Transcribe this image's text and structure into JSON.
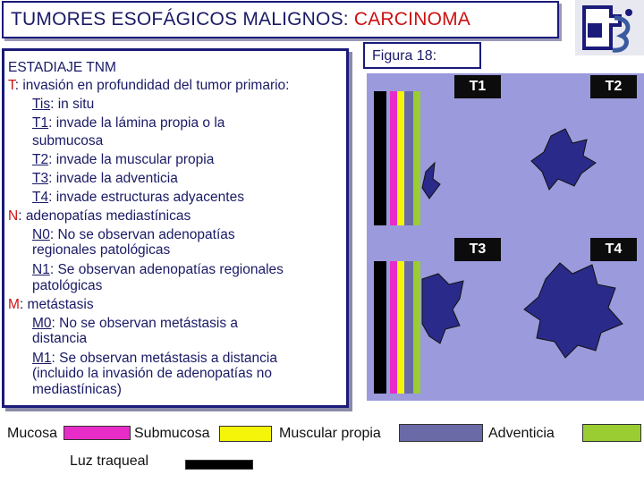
{
  "title": {
    "main": "TUMORES ESOFÁGICOS MALIGNOS: ",
    "accent": "CARCINOMA"
  },
  "figure_label": "Figura 18:",
  "text": {
    "heading": "ESTADIAJE TNM",
    "t_prefix": "T",
    "t_desc": ": invasión en profundidad del tumor primario:",
    "tis_key": "Tis",
    "tis_text": ": in situ",
    "t1_key": "T1",
    "t1_text_a": ": invade la lámina propia o la",
    "t1_text_b": "submucosa",
    "t2_key": "T2",
    "t2_text": ": invade la muscular propia",
    "t3_key": "T3",
    "t3_text": ": invade la adventicia",
    "t4_key": "T4",
    "t4_text": ": invade estructuras adyacentes",
    "n_prefix": "N",
    "n_desc": ": adenopatías mediastínicas",
    "n0_key": "N0",
    "n0_text_a": ": No se observan adenopatías",
    "n0_text_b": "regionales patológicas",
    "n1_key": "N1",
    "n1_text_a": ": Se observan adenopatías regionales",
    "n1_text_b": "patológicas",
    "m_prefix": "M",
    "m_desc": ": metástasis",
    "m0_key": "M0",
    "m0_text_a": ": No se observan metástasis a",
    "m0_text_b": "distancia",
    "m1_key": "M1",
    "m1_text_a": ": Se observan metástasis a distancia",
    "m1_text_b": "(incluido la invasión de adenopatías no",
    "m1_text_c": "mediastínicas)"
  },
  "stage_labels": {
    "t1": "T1",
    "t2": "T2",
    "t3": "T3",
    "t4": "T4"
  },
  "legend": {
    "mucosa": "Mucosa",
    "submucosa": "Submucosa",
    "muscular": "Muscular propia",
    "adventicia": "Adventicia",
    "luz": "Luz traqueal"
  },
  "colors": {
    "title_text": "#1a1a66",
    "accent": "#cc1111",
    "mucosa": "#e82cc8",
    "submucosa": "#f5f50a",
    "muscular": "#6a6aa6",
    "adventicia": "#9acd32",
    "luz": "#000000",
    "tumor": "#2a2a8a",
    "panel_bg": "#9a9adc"
  }
}
